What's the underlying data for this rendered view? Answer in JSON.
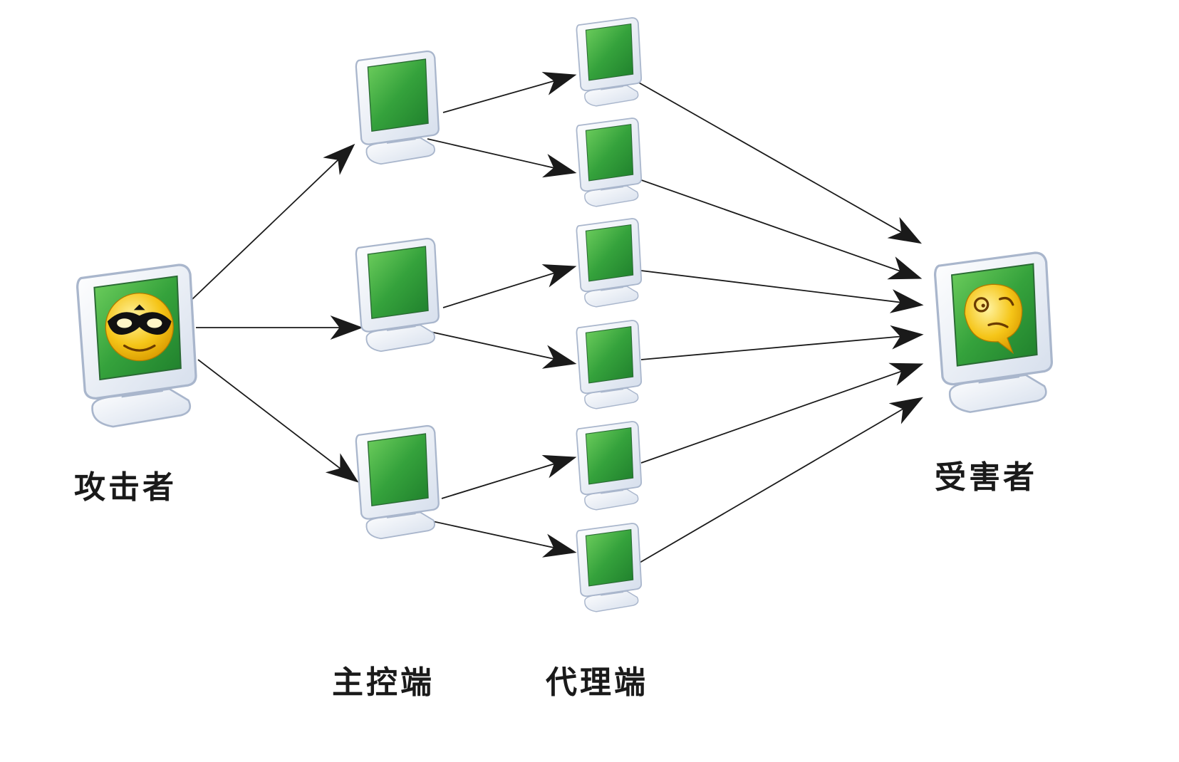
{
  "labels": {
    "attacker": "攻击者",
    "victim": "受害者",
    "master": "主控端",
    "agent": "代理端"
  },
  "colors": {
    "screen_green": "#2f9a3a",
    "screen_green_light": "#5ec45a",
    "bezel": "#e8eef8",
    "bezel_edge": "#a9b6cc",
    "arrow": "#1a1a1a",
    "face_yellow": "#f5c518"
  },
  "icons": {
    "attacker_face": "masked-smiley-icon",
    "victim_face": "worried-smiley-icon",
    "computer": "monitor-icon"
  }
}
